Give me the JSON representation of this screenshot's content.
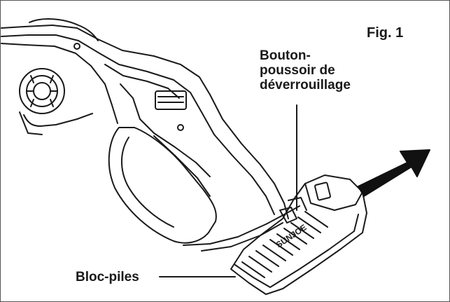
{
  "figure": {
    "title": "Fig. 1",
    "callouts": {
      "unlock_button": [
        "Bouton-",
        "poussoir de",
        "déverrouillage"
      ],
      "battery_pack": "Bloc-piles"
    },
    "battery_brand": "SUNJOE"
  },
  "colors": {
    "ink": "#1a1a1a",
    "frame": "#555555",
    "arrow": "#111111"
  },
  "icons": {
    "direction": "arrow-up-right",
    "grip_knob": "textured-knob"
  }
}
